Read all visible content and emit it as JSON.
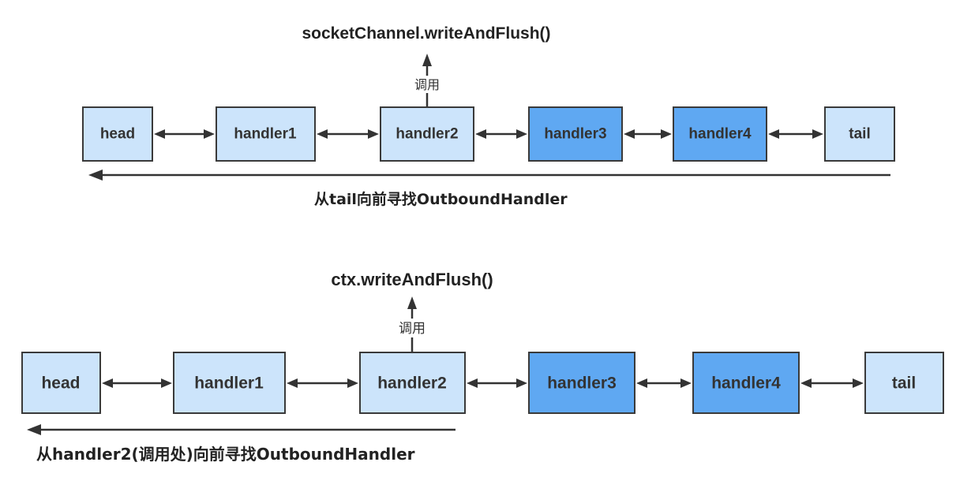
{
  "diagrams": [
    {
      "call": "socketChannel.writeAndFlush()",
      "invoke_label": "调用",
      "caption": "从tail向前寻找OutboundHandler",
      "nodes": [
        {
          "label": "head",
          "style": "light"
        },
        {
          "label": "handler1",
          "style": "light"
        },
        {
          "label": "handler2",
          "style": "light"
        },
        {
          "label": "handler3",
          "style": "dark"
        },
        {
          "label": "handler4",
          "style": "dark"
        },
        {
          "label": "tail",
          "style": "light"
        }
      ]
    },
    {
      "call": "ctx.writeAndFlush()",
      "invoke_label": "调用",
      "caption": "从handler2(调用处)向前寻找OutboundHandler",
      "nodes": [
        {
          "label": "head",
          "style": "light"
        },
        {
          "label": "handler1",
          "style": "light"
        },
        {
          "label": "handler2",
          "style": "light"
        },
        {
          "label": "handler3",
          "style": "dark"
        },
        {
          "label": "handler4",
          "style": "dark"
        },
        {
          "label": "tail",
          "style": "light"
        }
      ]
    }
  ],
  "colors": {
    "light_node": "#cce4fb",
    "dark_node": "#5fa8f2",
    "border": "#3a3a3a",
    "arrow": "#333333"
  }
}
